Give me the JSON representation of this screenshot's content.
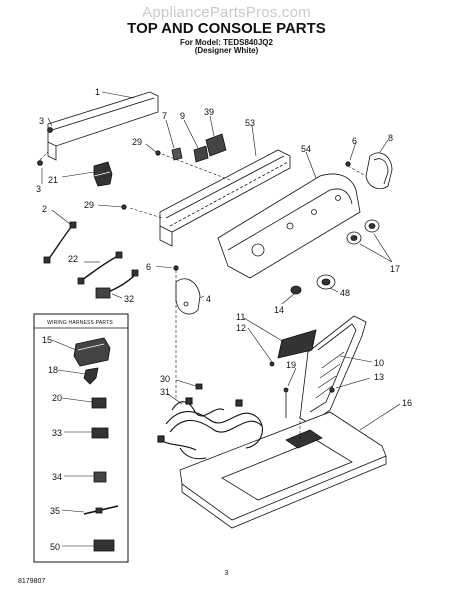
{
  "watermark": "AppliancePartsPros.com",
  "header": {
    "title": "TOP AND CONSOLE PARTS",
    "model_line": "For Model: TEDS840JQ2",
    "variant_line": "(Designer White)"
  },
  "harness_box": {
    "title": "WIRING HARNESS PARTS"
  },
  "callouts": {
    "c1": "1",
    "c3a": "3",
    "c3b": "3",
    "c21": "21",
    "c2": "2",
    "c29a": "29",
    "c29b": "29",
    "c7": "7",
    "c9": "9",
    "c39": "39",
    "c53": "53",
    "c54": "54",
    "c6a": "6",
    "c6b": "6",
    "c8": "8",
    "c17": "17",
    "c22": "22",
    "c32": "32",
    "c4": "4",
    "c14": "14",
    "c48": "48",
    "c11": "11",
    "c12": "12",
    "c10": "10",
    "c19": "19",
    "c13": "13",
    "c16": "16",
    "c30": "30",
    "c31": "31",
    "c15": "15",
    "c18": "18",
    "c20": "20",
    "c33": "33",
    "c34": "34",
    "c35": "35",
    "c50": "50"
  },
  "footer": {
    "doc_number": "8179807",
    "page_number": "3"
  }
}
